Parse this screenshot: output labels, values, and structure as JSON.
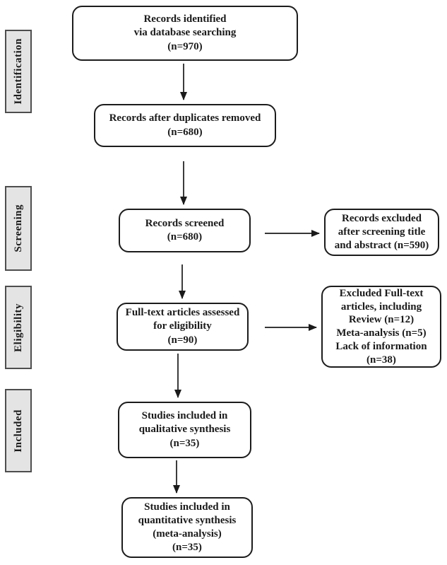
{
  "flowchart": {
    "stages": [
      {
        "label": "Identification"
      },
      {
        "label": "Screening"
      },
      {
        "label": "Eligibility"
      },
      {
        "label": "Included"
      }
    ],
    "main_boxes": [
      {
        "text": "Records identified\nvia database searching\n(n=970)"
      },
      {
        "text": "Records after duplicates removed\n(n=680)"
      },
      {
        "text": "Records screened\n(n=680)"
      },
      {
        "text": "Full-text articles assessed\nfor eligibility\n(n=90)"
      },
      {
        "text": "Studies included in\nqualitative synthesis\n(n=35)"
      },
      {
        "text": "Studies included in\nquantitative synthesis\n(meta-analysis)\n(n=35)"
      }
    ],
    "exclusion_boxes": [
      {
        "text": "Records excluded\nafter screening title\nand abstract (n=590)"
      },
      {
        "text": "Excluded Full-text\narticles, including\nReview (n=12)\nMeta-analysis (n=5)\nLack of information\n(n=38)"
      }
    ],
    "colors": {
      "box_border": "#1c1c1c",
      "stage_fill": "#e4e4e4",
      "stage_border": "#4e4e4e",
      "arrow": "#1a1a1a",
      "background": "#ffffff"
    }
  }
}
